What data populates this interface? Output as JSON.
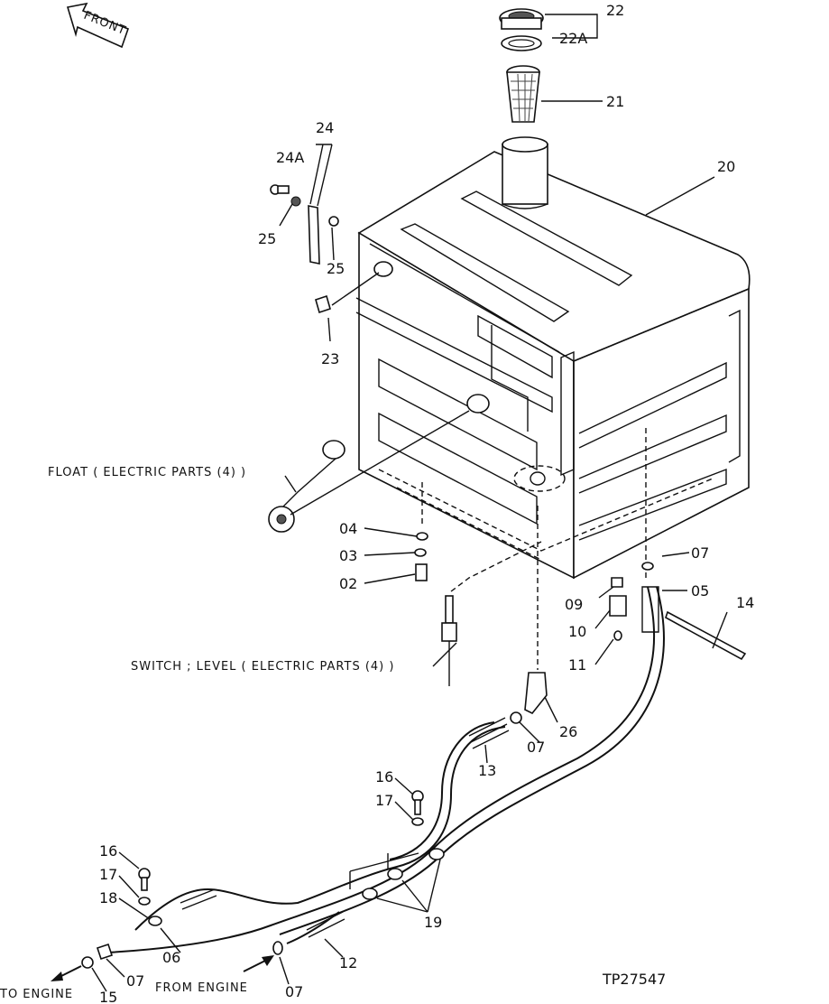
{
  "diagram": {
    "front_label": "FRONT",
    "drawing_id": "TP27547",
    "callouts": {
      "c22": "22",
      "c22a": "22A",
      "c21": "21",
      "c20": "20",
      "c24": "24",
      "c24a": "24A",
      "c25a": "25",
      "c25b": "25",
      "c23": "23",
      "c04": "04",
      "c03": "03",
      "c02": "02",
      "c07a": "07",
      "c05": "05",
      "c09": "09",
      "c10": "10",
      "c11": "11",
      "c14": "14",
      "c26": "26",
      "c07b": "07",
      "c13": "13",
      "c16a": "16",
      "c17a": "17",
      "c16b": "16",
      "c17b": "17",
      "c18": "18",
      "c06": "06",
      "c07c": "07",
      "c15": "15",
      "c07d": "07",
      "c12": "12",
      "c19": "19"
    },
    "notes": {
      "float": "FLOAT ( ELECTRIC PARTS (4) )",
      "switch": "SWITCH ; LEVEL ( ELECTRIC PARTS (4) )",
      "to_engine": "TO ENGINE",
      "from_engine": "FROM ENGINE"
    }
  }
}
